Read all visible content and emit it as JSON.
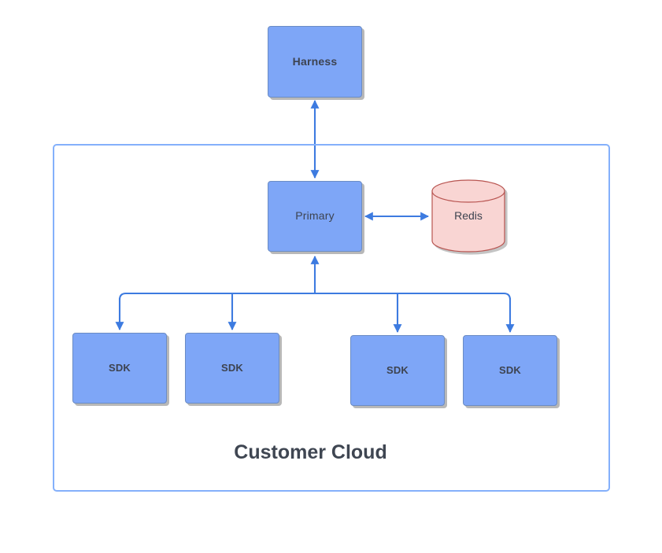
{
  "diagram": {
    "type": "architecture-diagram",
    "background": "#ffffff",
    "colors": {
      "node_fill": "#7ea6f7",
      "node_stroke": "#6b8cc4",
      "node_text": "#3d4350",
      "group_stroke": "#84b0fb",
      "group_title_text": "#3f4652",
      "database_fill": "#f9d5d3",
      "database_stroke": "#b85450",
      "connector": "#3d7be0",
      "shadow": "#7d7d7d"
    },
    "nodes": {
      "harness": {
        "label": "Harness",
        "shape": "rounded-rectangle",
        "bold": true
      },
      "primary": {
        "label": "Primary",
        "shape": "rounded-rectangle",
        "bold": false
      },
      "redis": {
        "label": "Redis",
        "shape": "cylinder",
        "bold": false
      },
      "sdk_1": {
        "label": "SDK",
        "shape": "rounded-rectangle",
        "bold": true
      },
      "sdk_2": {
        "label": "SDK",
        "shape": "rounded-rectangle",
        "bold": true
      },
      "sdk_3": {
        "label": "SDK",
        "shape": "rounded-rectangle",
        "bold": true
      },
      "sdk_4": {
        "label": "SDK",
        "shape": "rounded-rectangle",
        "bold": true
      }
    },
    "group": {
      "title": "Customer Cloud"
    },
    "connectors": [
      {
        "from": "harness",
        "to": "primary",
        "arrows": "both"
      },
      {
        "from": "primary",
        "to": "redis",
        "arrows": "both"
      },
      {
        "from": "sdk_1",
        "to": "primary",
        "arrows": "both"
      },
      {
        "from": "sdk_2",
        "to": "primary",
        "arrows": "both"
      },
      {
        "from": "sdk_3",
        "to": "primary",
        "arrows": "both"
      },
      {
        "from": "sdk_4",
        "to": "primary",
        "arrows": "both"
      }
    ]
  }
}
